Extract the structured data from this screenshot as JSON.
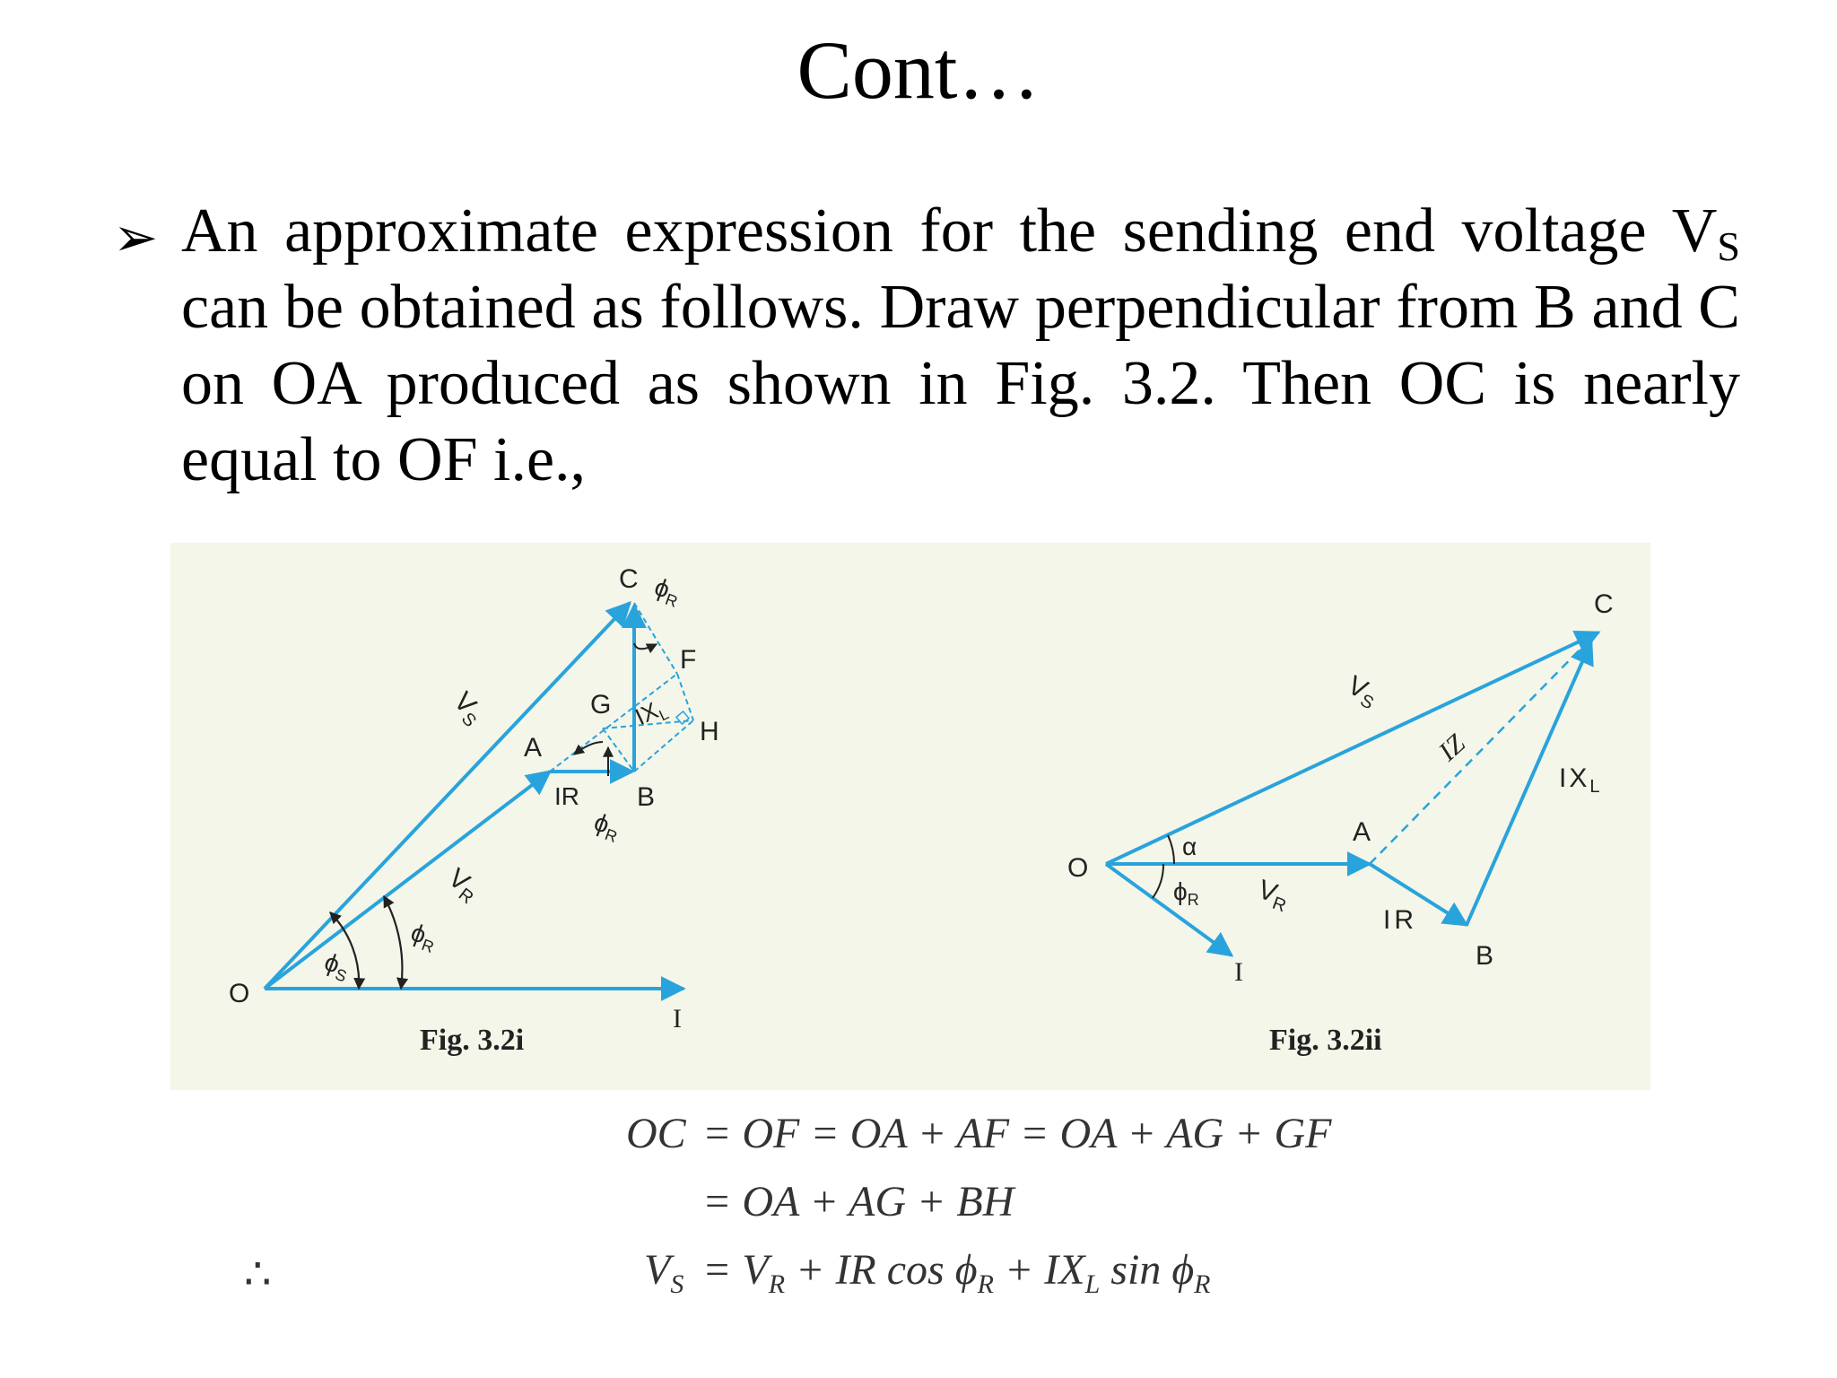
{
  "title": "Cont…",
  "bullet": {
    "marker": "➢",
    "text_before_sub": "An approximate expression for the sending end voltage V",
    "sub": "S",
    "text_after_sub": " can be obtained as follows. Draw perpendicular from B and C on OA produced as shown in Fig. 3.2. Then OC is nearly equal to OF i.e.,"
  },
  "figure_i": {
    "caption": "Fig. 3.2i",
    "labels": {
      "O": "O",
      "A": "A",
      "B": "B",
      "C": "C",
      "F": "F",
      "G": "G",
      "H": "H",
      "I": "I",
      "Vs": "V",
      "Vs_sub": "S",
      "VR": "V",
      "VR_sub": "R",
      "phiR": "ϕ",
      "phiR_sub": "R",
      "phiS": "ϕ",
      "phiS_sub": "S",
      "IR": "IR",
      "IXL": "IX",
      "IXL_sub": "L"
    }
  },
  "figure_ii": {
    "caption": "Fig. 3.2ii",
    "labels": {
      "O": "O",
      "A": "A",
      "B": "B",
      "C": "C",
      "I": "I",
      "Vs": "V",
      "Vs_sub": "S",
      "VR": "V",
      "VR_sub": "R",
      "phiR": "ϕ",
      "phiR_sub": "R",
      "alpha": "α",
      "IR": "IR",
      "IZ": "IZ",
      "IXL": "IX",
      "IXL_sub": "L"
    }
  },
  "equations": {
    "line1_lhs": "OC",
    "line1_rhs": "=  OF = OA + AF = OA + AG + GF",
    "line2_rhs": "=  OA + AG + BH",
    "therefore": "∴",
    "line3_lhs_main": "V",
    "line3_lhs_sub": "S",
    "line3_rhs": [
      {
        "t": "=  V"
      },
      {
        "s": "R"
      },
      {
        "t": " + IR cos ϕ"
      },
      {
        "s": "R"
      },
      {
        "t": " + IX"
      },
      {
        "s": "L"
      },
      {
        "t": " sin ϕ"
      },
      {
        "s": "R"
      }
    ]
  },
  "colors": {
    "vector": "#29a3dc",
    "arc": "#222222",
    "panel": "#f4f6e9"
  }
}
